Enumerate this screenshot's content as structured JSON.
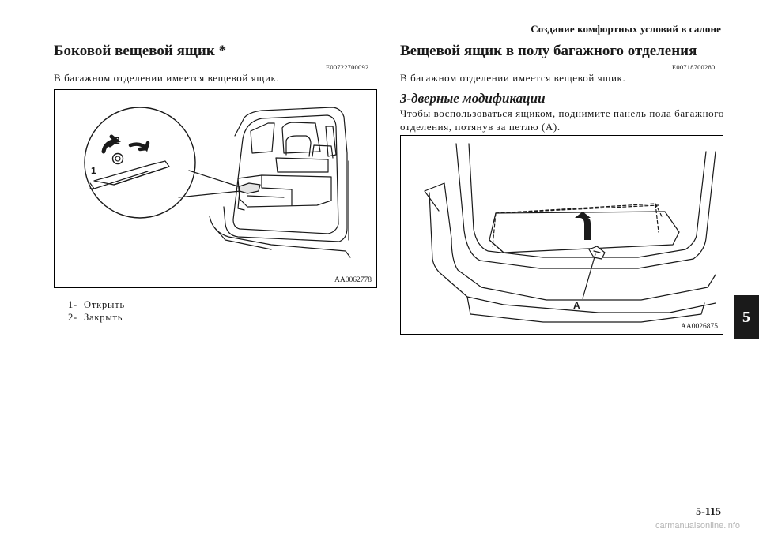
{
  "header": {
    "title": "Создание комфортных условий в салоне"
  },
  "left": {
    "heading": "Боковой вещевой ящик *",
    "code": "E00722700092",
    "text": "В багажном отделении имеется вещевой ящик.",
    "figure": {
      "code": "AA0062778",
      "callout_labels": [
        "1",
        "2"
      ]
    },
    "legend": [
      {
        "key": "1-",
        "label": "Открыть"
      },
      {
        "key": "2-",
        "label": "Закрыть"
      }
    ]
  },
  "right": {
    "heading": "Вещевой ящик в полу багажного отделения",
    "code": "E00718700280",
    "text": "В багажном отделении имеется вещевой ящик.",
    "subheading": "3-дверные модификации",
    "paragraph_line1": "Чтобы воспользоваться ящиком, поднимите панель пола багажного",
    "paragraph_line2": "отделения, потянув за петлю (A).",
    "figure": {
      "code": "AA0026875",
      "callout_label": "A"
    }
  },
  "chapter_tab": "5",
  "page_number": "5-115",
  "watermark": "carmanualsonline.info"
}
